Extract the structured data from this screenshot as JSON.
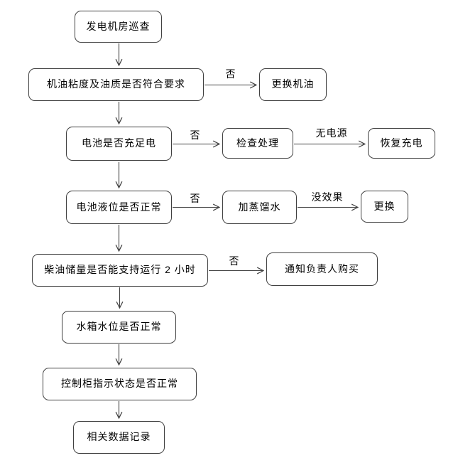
{
  "flowchart": {
    "nodes": [
      {
        "id": "generator-room-patrol",
        "label": "发电机房巡查"
      },
      {
        "id": "engine-oil-check",
        "label": "机油粘度及油质是否符合要求"
      },
      {
        "id": "replace-engine-oil",
        "label": "更换机油"
      },
      {
        "id": "battery-charge-check",
        "label": "电池是否充足电"
      },
      {
        "id": "inspect-and-handle",
        "label": "检查处理"
      },
      {
        "id": "restore-charging",
        "label": "恢复充电"
      },
      {
        "id": "battery-level-check",
        "label": "电池液位是否正常"
      },
      {
        "id": "add-distilled-water",
        "label": "加蒸馏水"
      },
      {
        "id": "replace-battery",
        "label": "更换"
      },
      {
        "id": "diesel-reserve-check",
        "label": "柴油储量是否能支持运行 2 小时"
      },
      {
        "id": "notify-manager-purchase",
        "label": "通知负责人购买"
      },
      {
        "id": "water-tank-level-check",
        "label": "水箱水位是否正常"
      },
      {
        "id": "control-cabinet-check",
        "label": "控制柜指示状态是否正常"
      },
      {
        "id": "record-data",
        "label": "相关数据记录"
      }
    ],
    "edges": [
      {
        "from": "generator-room-patrol",
        "to": "engine-oil-check",
        "label": ""
      },
      {
        "from": "engine-oil-check",
        "to": "replace-engine-oil",
        "label": "否"
      },
      {
        "from": "engine-oil-check",
        "to": "battery-charge-check",
        "label": ""
      },
      {
        "from": "battery-charge-check",
        "to": "inspect-and-handle",
        "label": "否"
      },
      {
        "from": "inspect-and-handle",
        "to": "restore-charging",
        "label": "无电源"
      },
      {
        "from": "battery-charge-check",
        "to": "battery-level-check",
        "label": ""
      },
      {
        "from": "battery-level-check",
        "to": "add-distilled-water",
        "label": "否"
      },
      {
        "from": "add-distilled-water",
        "to": "replace-battery",
        "label": "没效果"
      },
      {
        "from": "battery-level-check",
        "to": "diesel-reserve-check",
        "label": ""
      },
      {
        "from": "diesel-reserve-check",
        "to": "notify-manager-purchase",
        "label": "否"
      },
      {
        "from": "diesel-reserve-check",
        "to": "water-tank-level-check",
        "label": ""
      },
      {
        "from": "water-tank-level-check",
        "to": "control-cabinet-check",
        "label": ""
      },
      {
        "from": "control-cabinet-check",
        "to": "record-data",
        "label": ""
      }
    ]
  },
  "colors": {
    "background": "#ffffff",
    "node_fill": "#ffffff",
    "node_border": "#404040",
    "connector": "#404040",
    "text": "#000000"
  }
}
